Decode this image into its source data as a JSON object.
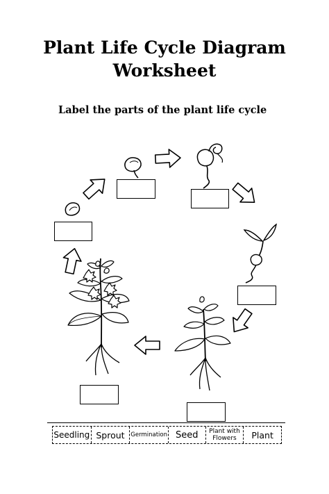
{
  "title_line1": "Plant Life Cycle Diagram",
  "title_line2": "Worksheet",
  "instruction": "Label the parts of the plant life cycle",
  "word_bank": [
    {
      "label": "Seedling"
    },
    {
      "label": "Sprout"
    },
    {
      "label": "Germination"
    },
    {
      "label": "Seed"
    },
    {
      "label": "Plant with Flowers"
    },
    {
      "label": "Plant"
    }
  ],
  "icons": [
    "seed-icon",
    "sprouting-seed-icon",
    "germinating-seed-icon",
    "sprout-icon",
    "flowering-plant-icon",
    "young-plant-icon",
    "cycle-arrow-icon"
  ]
}
